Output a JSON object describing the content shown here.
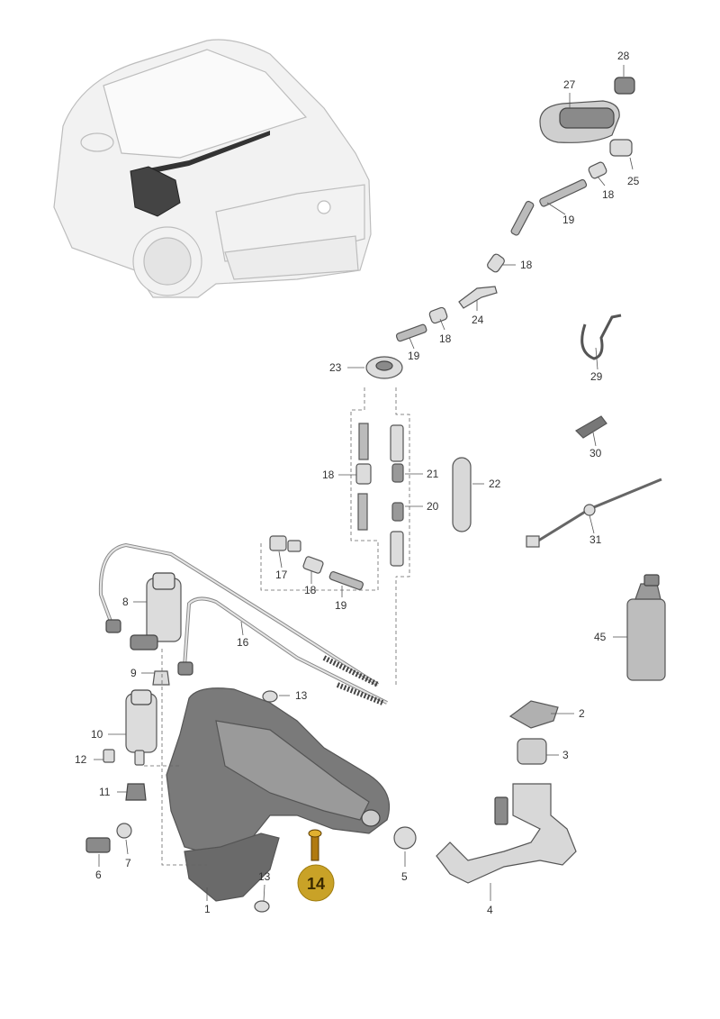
{
  "callouts": {
    "n1": "1",
    "n2": "2",
    "n3": "3",
    "n4": "4",
    "n5": "5",
    "n6": "6",
    "n7": "7",
    "n8": "8",
    "n9": "9",
    "n10": "10",
    "n11": "11",
    "n12": "12",
    "n13a": "13",
    "n13b": "13",
    "n14": "14",
    "n16": "16",
    "n17": "17",
    "n18a": "18",
    "n18b": "18",
    "n18c": "18",
    "n18d": "18",
    "n18e": "18",
    "n19a": "19",
    "n19b": "19",
    "n19c": "19",
    "n20": "20",
    "n21": "21",
    "n22": "22",
    "n23": "23",
    "n24": "24",
    "n25": "25",
    "n27": "27",
    "n28": "28",
    "n29": "29",
    "n30": "30",
    "n31": "31",
    "n45": "45"
  },
  "colors": {
    "highlight_badge": "#c9a227",
    "highlight_text": "#3a2a00"
  },
  "highlight_part": "14"
}
